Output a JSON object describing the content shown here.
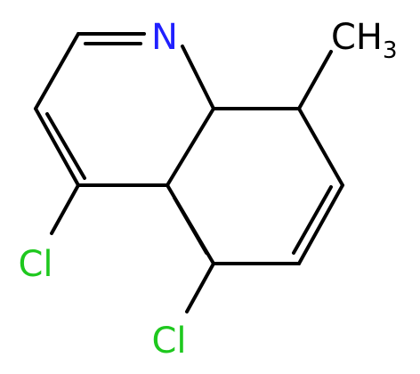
{
  "molecule": {
    "atoms": {
      "nitrogen": "N",
      "methyl_c": "CH",
      "methyl_sub": "3",
      "chlorine_top": "Cl",
      "chlorine_bottom": "Cl"
    },
    "colors": {
      "bond": "#000000",
      "nitrogen": "#2020ff",
      "chlorine": "#1ec81e",
      "carbon": "#000000",
      "background": "#ffffff"
    }
  }
}
